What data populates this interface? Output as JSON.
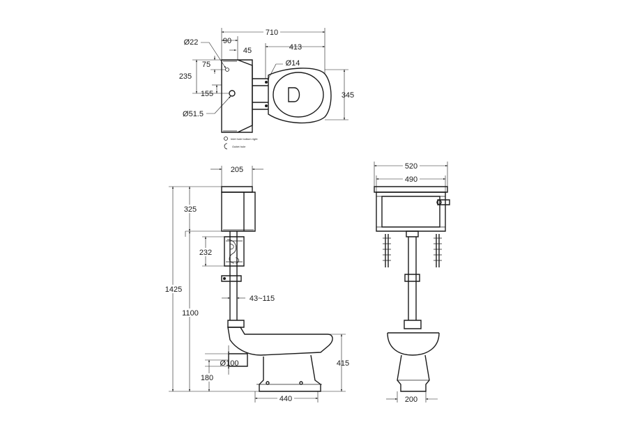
{
  "views": {
    "top": {
      "dims": {
        "overall_length": "710",
        "d90": "90",
        "d45": "45",
        "d413": "413",
        "d22": "Ø22",
        "d14": "Ø14",
        "d75": "75",
        "d235": "235",
        "d155": "155",
        "d51": "Ø51.5",
        "d345": "345"
      },
      "legend": {
        "inlet": "Inlet hole bottom right",
        "outlet": "Outlet hole"
      }
    },
    "side": {
      "dims": {
        "d205": "205",
        "d325": "325",
        "d232": "232",
        "d1425": "1425",
        "d1100": "1100",
        "d43": "43~115",
        "d100": "Ø100",
        "d180": "180",
        "d440": "440",
        "d415": "415"
      }
    },
    "front": {
      "dims": {
        "d520": "520",
        "d490": "490",
        "d200": "200"
      }
    }
  }
}
